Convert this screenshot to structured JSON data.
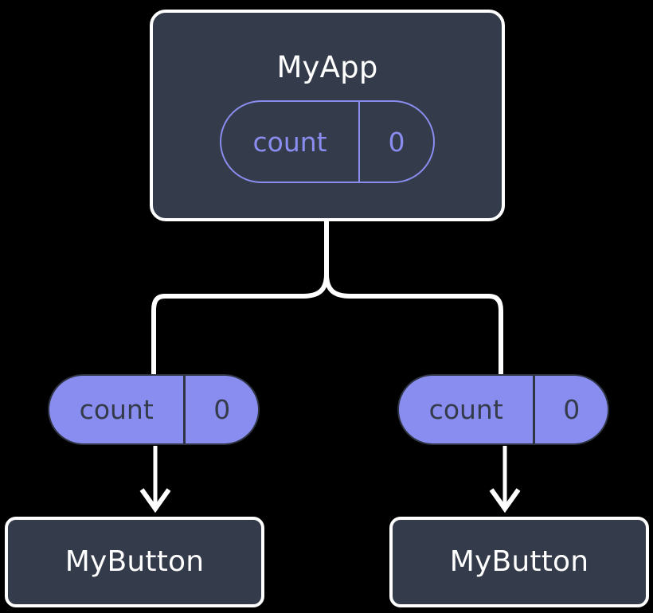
{
  "diagram": {
    "type": "component-state-tree",
    "background_color": "#000000",
    "accent_color": "#8a8df0",
    "box_color": "#343b4a",
    "line_color": "#ffffff",
    "root": {
      "title": "MyApp",
      "state": {
        "name": "count",
        "value": "0"
      }
    },
    "children": [
      {
        "state": {
          "name": "count",
          "value": "0"
        },
        "component": {
          "title": "MyButton"
        }
      },
      {
        "state": {
          "name": "count",
          "value": "0"
        },
        "component": {
          "title": "MyButton"
        }
      }
    ]
  }
}
